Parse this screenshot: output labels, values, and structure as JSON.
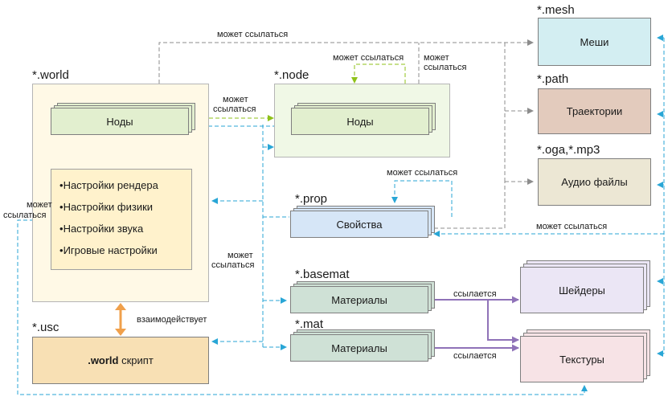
{
  "extensions": {
    "world": "*.world",
    "node": "*.node",
    "prop": "*.prop",
    "basemat": "*.basemat",
    "mat": "*.mat",
    "usc": "*.usc",
    "mesh": "*.mesh",
    "path": "*.path",
    "audio": "*.oga,*.mp3"
  },
  "boxes": {
    "world_nodes": "Ноды",
    "node_nodes": "Ноды",
    "properties": "Свойства",
    "basemat_materials": "Материалы",
    "mat_materials": "Материалы",
    "script_bold": ".world",
    "script_rest": " скрипт",
    "meshes": "Меши",
    "paths": "Траектории",
    "audio_files": "Аудио файлы",
    "shaders": "Шейдеры",
    "textures": "Текстуры"
  },
  "world_settings": [
    "Настройки рендера",
    "Настройки физики",
    "Настройки звука",
    "Игровые настройки"
  ],
  "edge_labels": {
    "top": "может ссылаться",
    "nodes_to_node_1": "может",
    "nodes_to_node_2": "ссылаться",
    "node_self": "может ссылаться",
    "node_right_1": "может",
    "node_right_2": "ссылаться",
    "prop_self": "может ссылаться",
    "prop_right": "может ссылаться",
    "world_left_1": "может",
    "world_left_2": "ссылаться",
    "middle_1": "может",
    "middle_2": "ссылаться",
    "interacts": "взаимодействует",
    "refs_shaders": "ссылается",
    "refs_textures": "ссылается"
  },
  "colors": {
    "dash_gray": "#8c8c8c",
    "dash_blue": "#29a6d6",
    "dash_green": "#8fc21a",
    "solid_purple": "#8f72b8",
    "orange": "#f0a04b"
  }
}
